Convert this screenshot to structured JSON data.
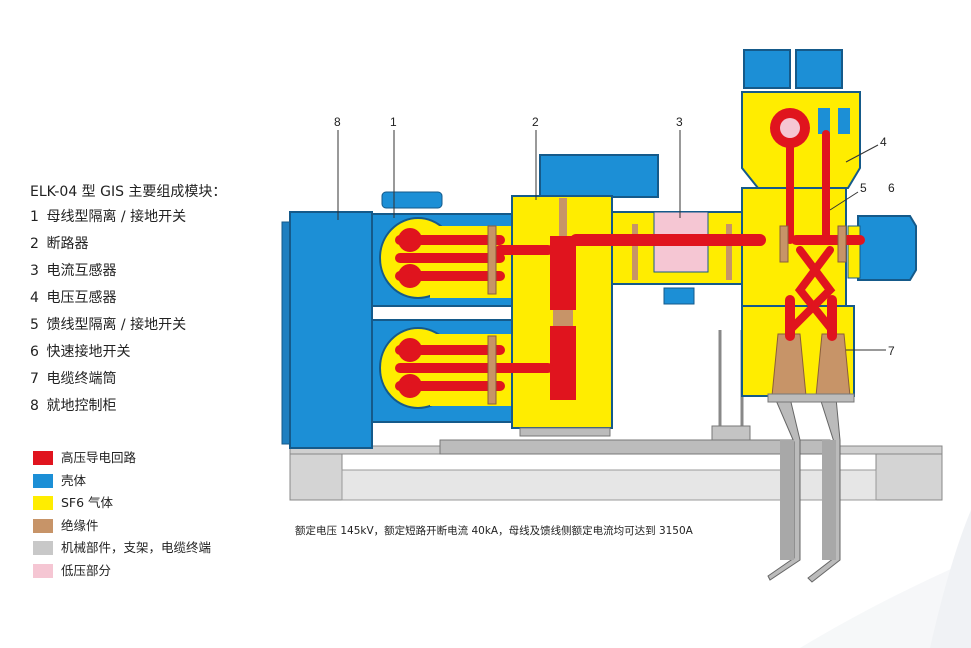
{
  "title": "ELK-04 型 GIS 主要组成模块：",
  "modules": [
    {
      "num": "1",
      "label": "母线型隔离 / 接地开关"
    },
    {
      "num": "2",
      "label": "断路器"
    },
    {
      "num": "3",
      "label": "电流互感器"
    },
    {
      "num": "4",
      "label": "电压互感器"
    },
    {
      "num": "5",
      "label": "馈线型隔离 / 接地开关"
    },
    {
      "num": "6",
      "label": "快速接地开关"
    },
    {
      "num": "7",
      "label": "电缆终端筒"
    },
    {
      "num": "8",
      "label": "就地控制柜"
    }
  ],
  "legend": [
    {
      "label": "高压导电回路",
      "color": "#e0141e"
    },
    {
      "label": "壳体",
      "color": "#1c8fd6"
    },
    {
      "label": "SF6 气体",
      "color": "#ffed00"
    },
    {
      "label": "绝缘件",
      "color": "#c79468"
    },
    {
      "label": "机械部件，支架，电缆终端",
      "color": "#c8c8c8"
    },
    {
      "label": "低压部分",
      "color": "#f5c6d3"
    }
  ],
  "callouts": [
    "8",
    "1",
    "2",
    "3",
    "4",
    "5",
    "6",
    "7"
  ],
  "footnote": "额定电压 145kV，额定短路开断电流 40kA，母线及馈线侧额定电流均可达到 3150A"
}
